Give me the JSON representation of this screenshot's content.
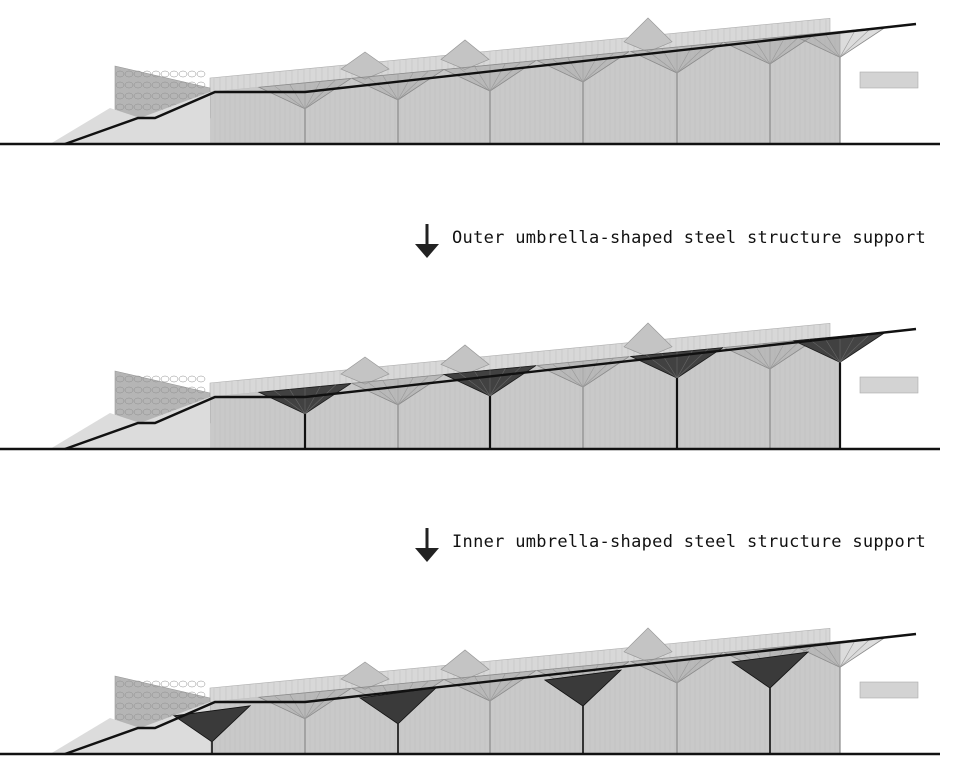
{
  "steps": [
    {
      "label": "Outer umbrella-shaped steel structure support",
      "icon": "down-arrow-icon"
    },
    {
      "label": "Inner umbrella-shaped steel structure support",
      "icon": "down-arrow-icon"
    }
  ],
  "panels": [
    {
      "highlight": "none"
    },
    {
      "highlight": "outer"
    },
    {
      "highlight": "inner"
    }
  ],
  "colors": {
    "ground": "#111111",
    "roof_line": "#111111",
    "building": "#c9c9c9",
    "umbrella_light": "#9a9a9a",
    "highlight": "#3a3a3a",
    "railing": "#d8d8d8",
    "stone": "#b5b5b5"
  }
}
